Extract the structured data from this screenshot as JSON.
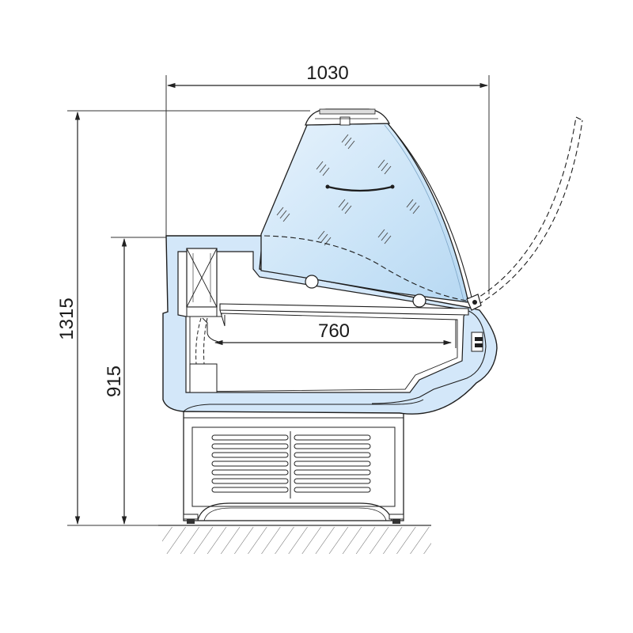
{
  "dimensions": {
    "width": "1030",
    "height_total": "1315",
    "counter_height": "915",
    "shelf_depth": "760"
  },
  "colors": {
    "glass": "#c6e1f6",
    "panel": "#cfe5f8",
    "line": "#1e1e1e",
    "dim_line": "#222222"
  }
}
